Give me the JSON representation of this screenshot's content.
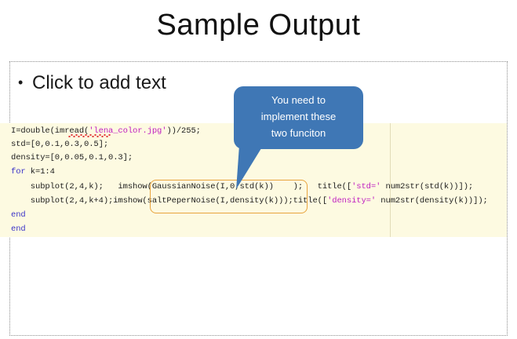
{
  "slide": {
    "title": "Sample Output",
    "body_placeholder_prompt": "Click to add text",
    "bullet_glyph": "•"
  },
  "callout": {
    "line1": "You need to",
    "line2": "implement these",
    "line3_prefix": "two ",
    "line3_misspelled_word": "funciton",
    "full_text": "You need to implement these two funciton",
    "fill_color": "#3f77b5",
    "text_color": "#ffffff",
    "spellcheck_underline_color": "#e23b3b"
  },
  "highlight": {
    "border_color": "#e8a33d",
    "targets": [
      "GaussianNoise",
      "saltPeperNoise"
    ]
  },
  "code": {
    "background_color": "#fdfae1",
    "keyword_color": "#3b34c8",
    "string_color": "#c020c0",
    "language": "MATLAB",
    "lines": [
      "I=double(imread('lena_color.jpg'))/255;",
      "std=[0,0.1,0.3,0.5];",
      "density=[0,0.05,0.1,0.3];",
      "for k=1:4",
      "    subplot(2,4,k);   imshow(GaussianNoise(I,0,std(k))    );   title(['std=' num2str(std(k))]);",
      "    subplot(2,4,k+4);imshow(saltPeperNoise(I,density(k)));title(['density=' num2str(density(k))]);",
      "end",
      "end"
    ],
    "line1": {
      "pre": "I=double(imread(",
      "str": "'lena_color.jpg'",
      "post": "))/255;"
    },
    "line2": "std=[0,0.1,0.3,0.5];",
    "line3": "density=[0,0.05,0.1,0.3];",
    "line4": {
      "kw": "for",
      "rest": " k=1:4"
    },
    "line5": {
      "pre": "    subplot(2,4,k);   imshow(GaussianNoise(I,0,std(k))    );   title([",
      "str": "'std='",
      "post": " num2str(std(k))]);"
    },
    "line6": {
      "pre": "    subplot(2,4,k+4);imshow(saltPeperNoise(I,density(k)));title([",
      "str": "'density='",
      "post": " num2str(density(k))]);"
    },
    "line7": "end",
    "line8": "end"
  }
}
